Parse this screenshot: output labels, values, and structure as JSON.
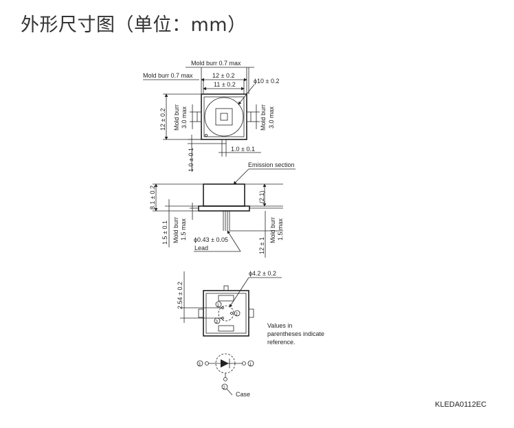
{
  "title": "外形尺寸图（单位：mm）",
  "top_view": {
    "burr_top": "Mold burr 0.7 max",
    "burr_left": "Mold burr 0.7 max",
    "width_outer": "12 ± 0.2",
    "width_inner": "11 ± 0.2",
    "window_dia": "ϕ10 ± 0.2",
    "height": "12 ± 0.2",
    "burr_side_l1": "Mold burr",
    "burr_side_l2": "3.0 max",
    "burr_side_r1": "Mold burr",
    "burr_side_r2": "3.0 max",
    "tab_width": "1.0 ± 0.1",
    "tab_height": "1.0 ± 0.1"
  },
  "side_view": {
    "emission": "Emission section",
    "body_height": "8.1 ± 0.2",
    "ref_dim": "(2.1)",
    "flange": "1.5 ± 0.1",
    "burr_l1": "Mold burr",
    "burr_l2": "1.5 max",
    "burr_r1": "Mold burr",
    "burr_r2": "1.5 max",
    "lead_length": "12 ± 1",
    "lead_dia": "ϕ0.43 ± 0.05",
    "lead_label": "Lead"
  },
  "bottom_view": {
    "pitch": "2.54 ± 0.2",
    "pin_circle": "ϕ4.2 ± 0.2",
    "pin1": "1",
    "pin2": "2",
    "pin3": "3"
  },
  "note": {
    "line1": "Values in",
    "line2": "parentheses indicate",
    "line3": "reference."
  },
  "schematic": {
    "pin3": "3",
    "pin1": "1",
    "pin2": "2",
    "case": "Case"
  },
  "code": "KLEDA0112EC"
}
